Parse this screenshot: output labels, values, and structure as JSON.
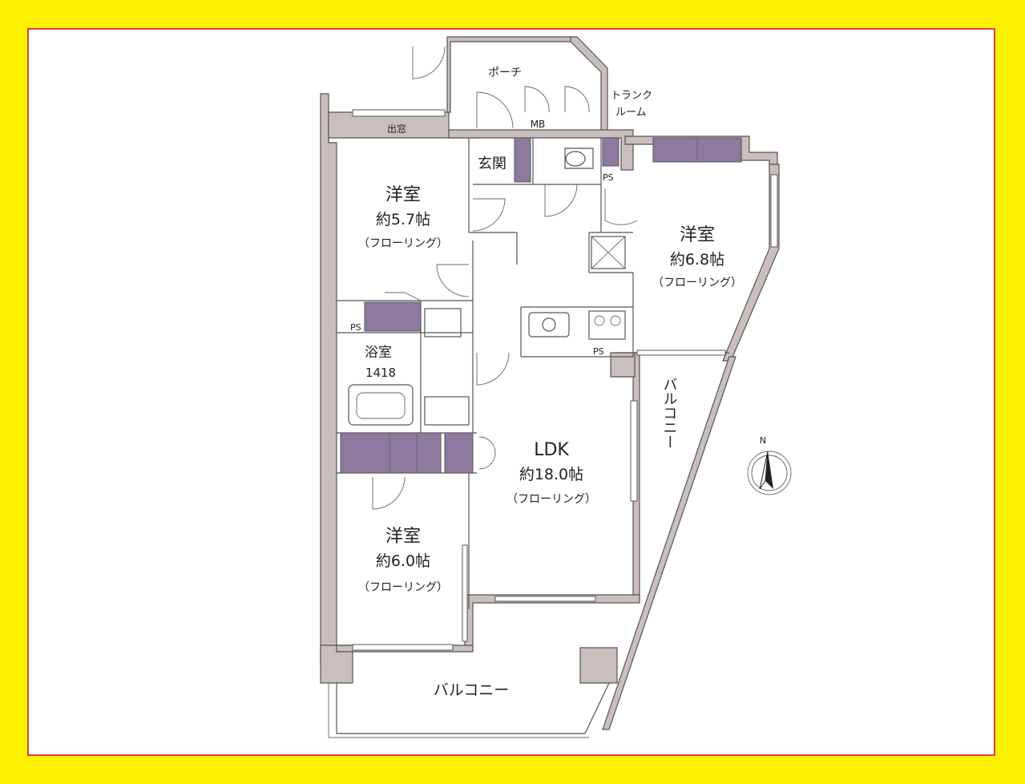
{
  "floorplan": {
    "rooms": {
      "porch": "ポーチ",
      "trunk_room": [
        "トランク",
        "ルーム"
      ],
      "mb": "MB",
      "bay_window": "出窓",
      "entrance": "玄関",
      "western_room_1": {
        "name": "洋室",
        "size": "約5.7帖",
        "floor": "（フローリング）"
      },
      "western_room_2": {
        "name": "洋室",
        "size": "約6.8帖",
        "floor": "（フローリング）"
      },
      "western_room_3": {
        "name": "洋室",
        "size": "約6.0帖",
        "floor": "（フローリング）"
      },
      "ldk": {
        "name": "LDK",
        "size": "約18.0帖",
        "floor": "（フローリング）"
      },
      "bathroom": {
        "name": "浴室",
        "size": "1418"
      },
      "balcony_side": "バルコニー",
      "balcony_bottom": "バルコニー"
    },
    "ps_labels": [
      "PS",
      "PS",
      "PS"
    ],
    "compass": "N",
    "colors": {
      "background": "#FFF200",
      "border": "#d0433a",
      "wall": "#c9bfbc",
      "storage": "#8e7a9e"
    }
  }
}
